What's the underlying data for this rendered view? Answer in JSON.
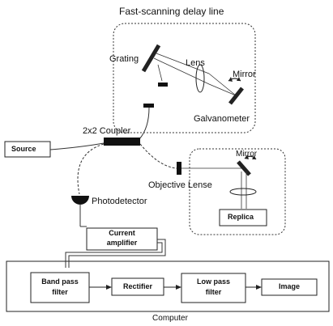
{
  "title": "Fast-scanning delay line",
  "labels": {
    "grating": "Grating",
    "lens": "Lens",
    "mirror_top": "Mirror",
    "galvanometer": "Galvanometer",
    "source": "Source",
    "coupler": "2x2 Coupler",
    "mirror_right": "Mirror",
    "objective_lense": "Objective Lense",
    "photodetector": "Photodetector",
    "replica": "Replica",
    "current_amplifier_line1": "Current",
    "current_amplifier_line2": "amplifier",
    "band_pass_line1": "Band pass",
    "band_pass_line2": "filter",
    "rectifier": "Rectifier",
    "low_pass_line1": "Low pass",
    "low_pass_line2": "filter",
    "image": "Image",
    "computer": "Computer"
  }
}
